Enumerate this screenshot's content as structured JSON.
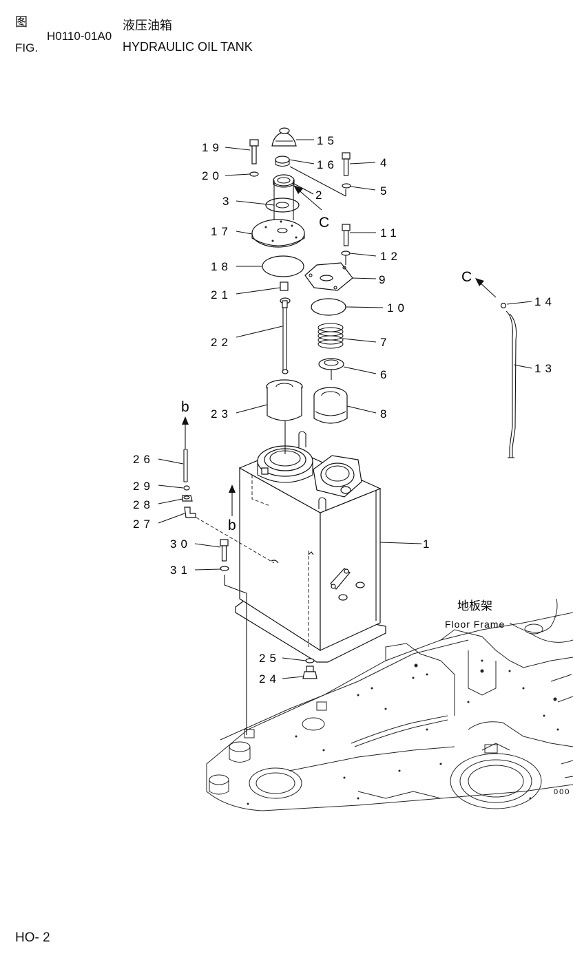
{
  "header": {
    "fig_cn": "图",
    "fig_en": "FIG.",
    "fig_code": "H0110-01A0",
    "title_cn": "液压油箱",
    "title_en": "HYDRAULIC OIL TANK"
  },
  "diagram": {
    "callouts": [
      "1",
      "2",
      "3",
      "4",
      "5",
      "6",
      "7",
      "8",
      "9",
      "10",
      "11",
      "12",
      "13",
      "14",
      "15",
      "16",
      "17",
      "18",
      "19",
      "20",
      "21",
      "22",
      "23",
      "24",
      "25",
      "26",
      "27",
      "28",
      "29",
      "30",
      "31"
    ],
    "view_markers": [
      "C",
      "C",
      "b",
      "b"
    ],
    "floor_frame_cn": "地板架",
    "floor_frame_en": "Floor Frame",
    "corner_code": "000"
  },
  "footer": {
    "page": "HO-   2"
  }
}
